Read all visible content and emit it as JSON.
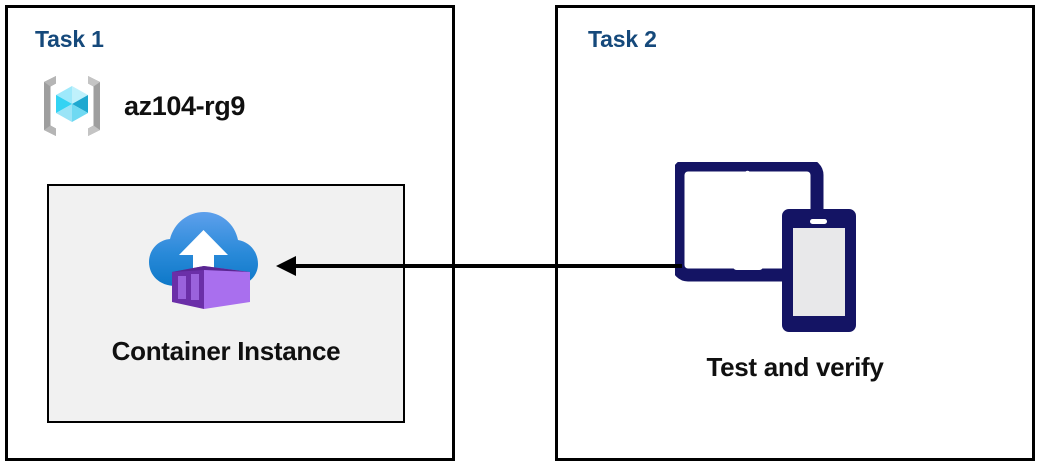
{
  "diagram": {
    "title": "Azure Container Instance task diagram",
    "background": "#ffffff",
    "accent_heading_color": "#15497B",
    "panel_border_color": "#000000",
    "inner_box_fill": "#f1f1f1",
    "arrow_color": "#000000"
  },
  "panels": [
    {
      "id": "task1",
      "heading": "Task 1",
      "resource_group": {
        "icon": "azure-resource-group-icon",
        "label": "az104-rg9",
        "icon_colors": {
          "bracket": "#9E9E9E",
          "bracket_shadow": "#BDBDBD",
          "cube_top": "#9EE9FB",
          "cube_left": "#32D2F2",
          "cube_right": "#1FA4CC",
          "cube_bottom_left": "#9AE4F7",
          "cube_bottom_right": "#6FD9F2"
        }
      },
      "inner_box": {
        "icon": "azure-container-instances-icon",
        "label": "Container Instance",
        "icon_colors": {
          "cloud_top": "#5A9BEA",
          "cloud_bottom": "#0F7CCB",
          "arrow": "#ffffff",
          "container_front": "#A96FEE",
          "container_side": "#6B2FA8",
          "container_slats": "#9A62DC"
        }
      }
    },
    {
      "id": "task2",
      "heading": "Task 2",
      "device": {
        "icon": "tablet-and-phone-icon",
        "label": "Test and verify",
        "icon_colors": {
          "outline": "#141464",
          "tablet_screen": "#ffffff",
          "phone_screen": "#E8E8EA",
          "camera_dot": "#ffffff"
        }
      }
    }
  ],
  "connector": {
    "name": "flow-arrow",
    "direction": "right-to-left",
    "from": "Test and verify",
    "to": "Container Instance",
    "color": "#000000"
  }
}
